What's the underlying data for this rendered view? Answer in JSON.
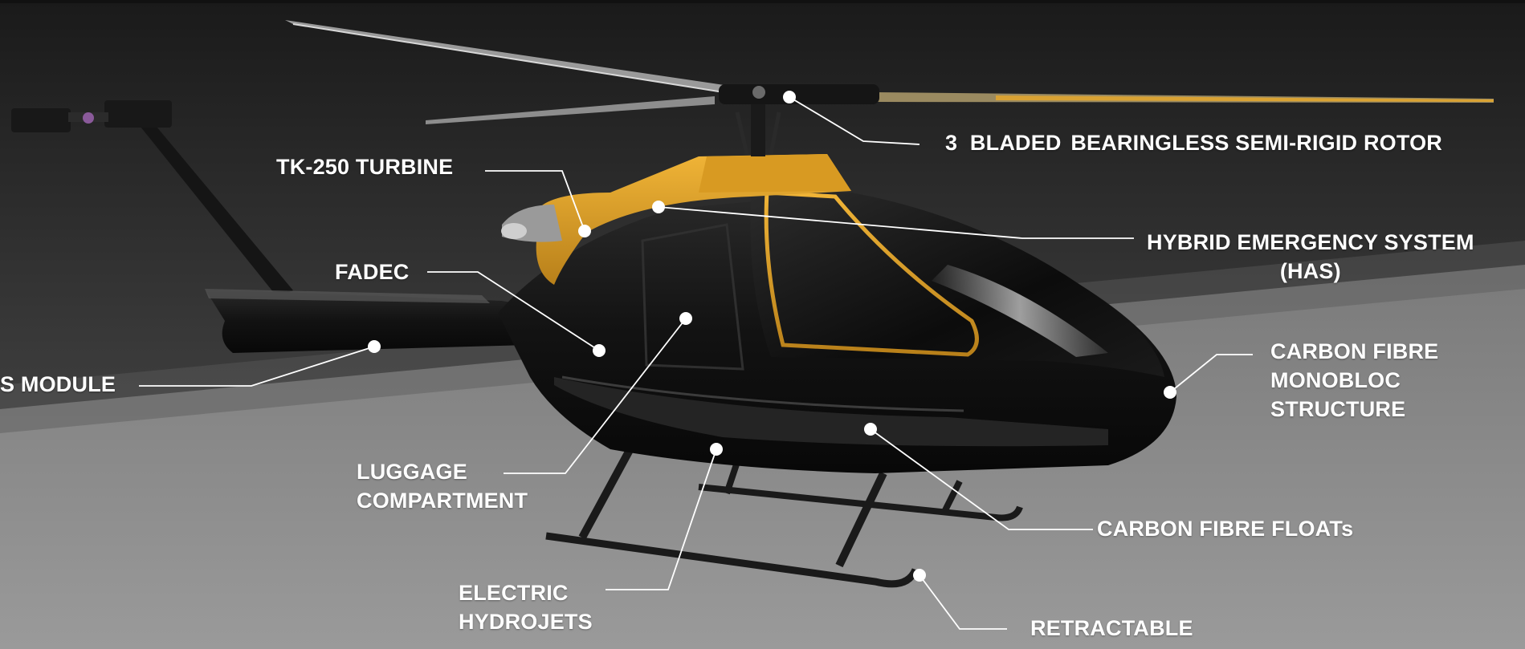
{
  "colors": {
    "background_top": "#1f1f1f",
    "floor": "#8a8a8a",
    "body": "#161616",
    "accent_yellow": "#e3a322",
    "leader_line": "#ffffff"
  },
  "labels": {
    "rotor": {
      "prefix": "3",
      "main": "BLADED",
      "rest": "BEARINGLESS SEMI-RIGID ROTOR"
    },
    "turbine": "TK-250 TURBINE",
    "hybrid": {
      "line1": "HYBRID EMERGENCY SYSTEM",
      "line2": "(HAS)"
    },
    "fadec": "FADEC",
    "module": "S MODULE",
    "monobloc": {
      "line1": "CARBON FIBRE",
      "line2": "MONOBLOC",
      "line3": "STRUCTURE"
    },
    "luggage": {
      "line1": "LUGGAGE",
      "line2": "COMPARTMENT"
    },
    "floats": "CARBON FIBRE FLOATs",
    "hydrojets": {
      "line1": "ELECTRIC",
      "line2": "HYDROJETS"
    },
    "retractable": "RETRACTABLE"
  }
}
